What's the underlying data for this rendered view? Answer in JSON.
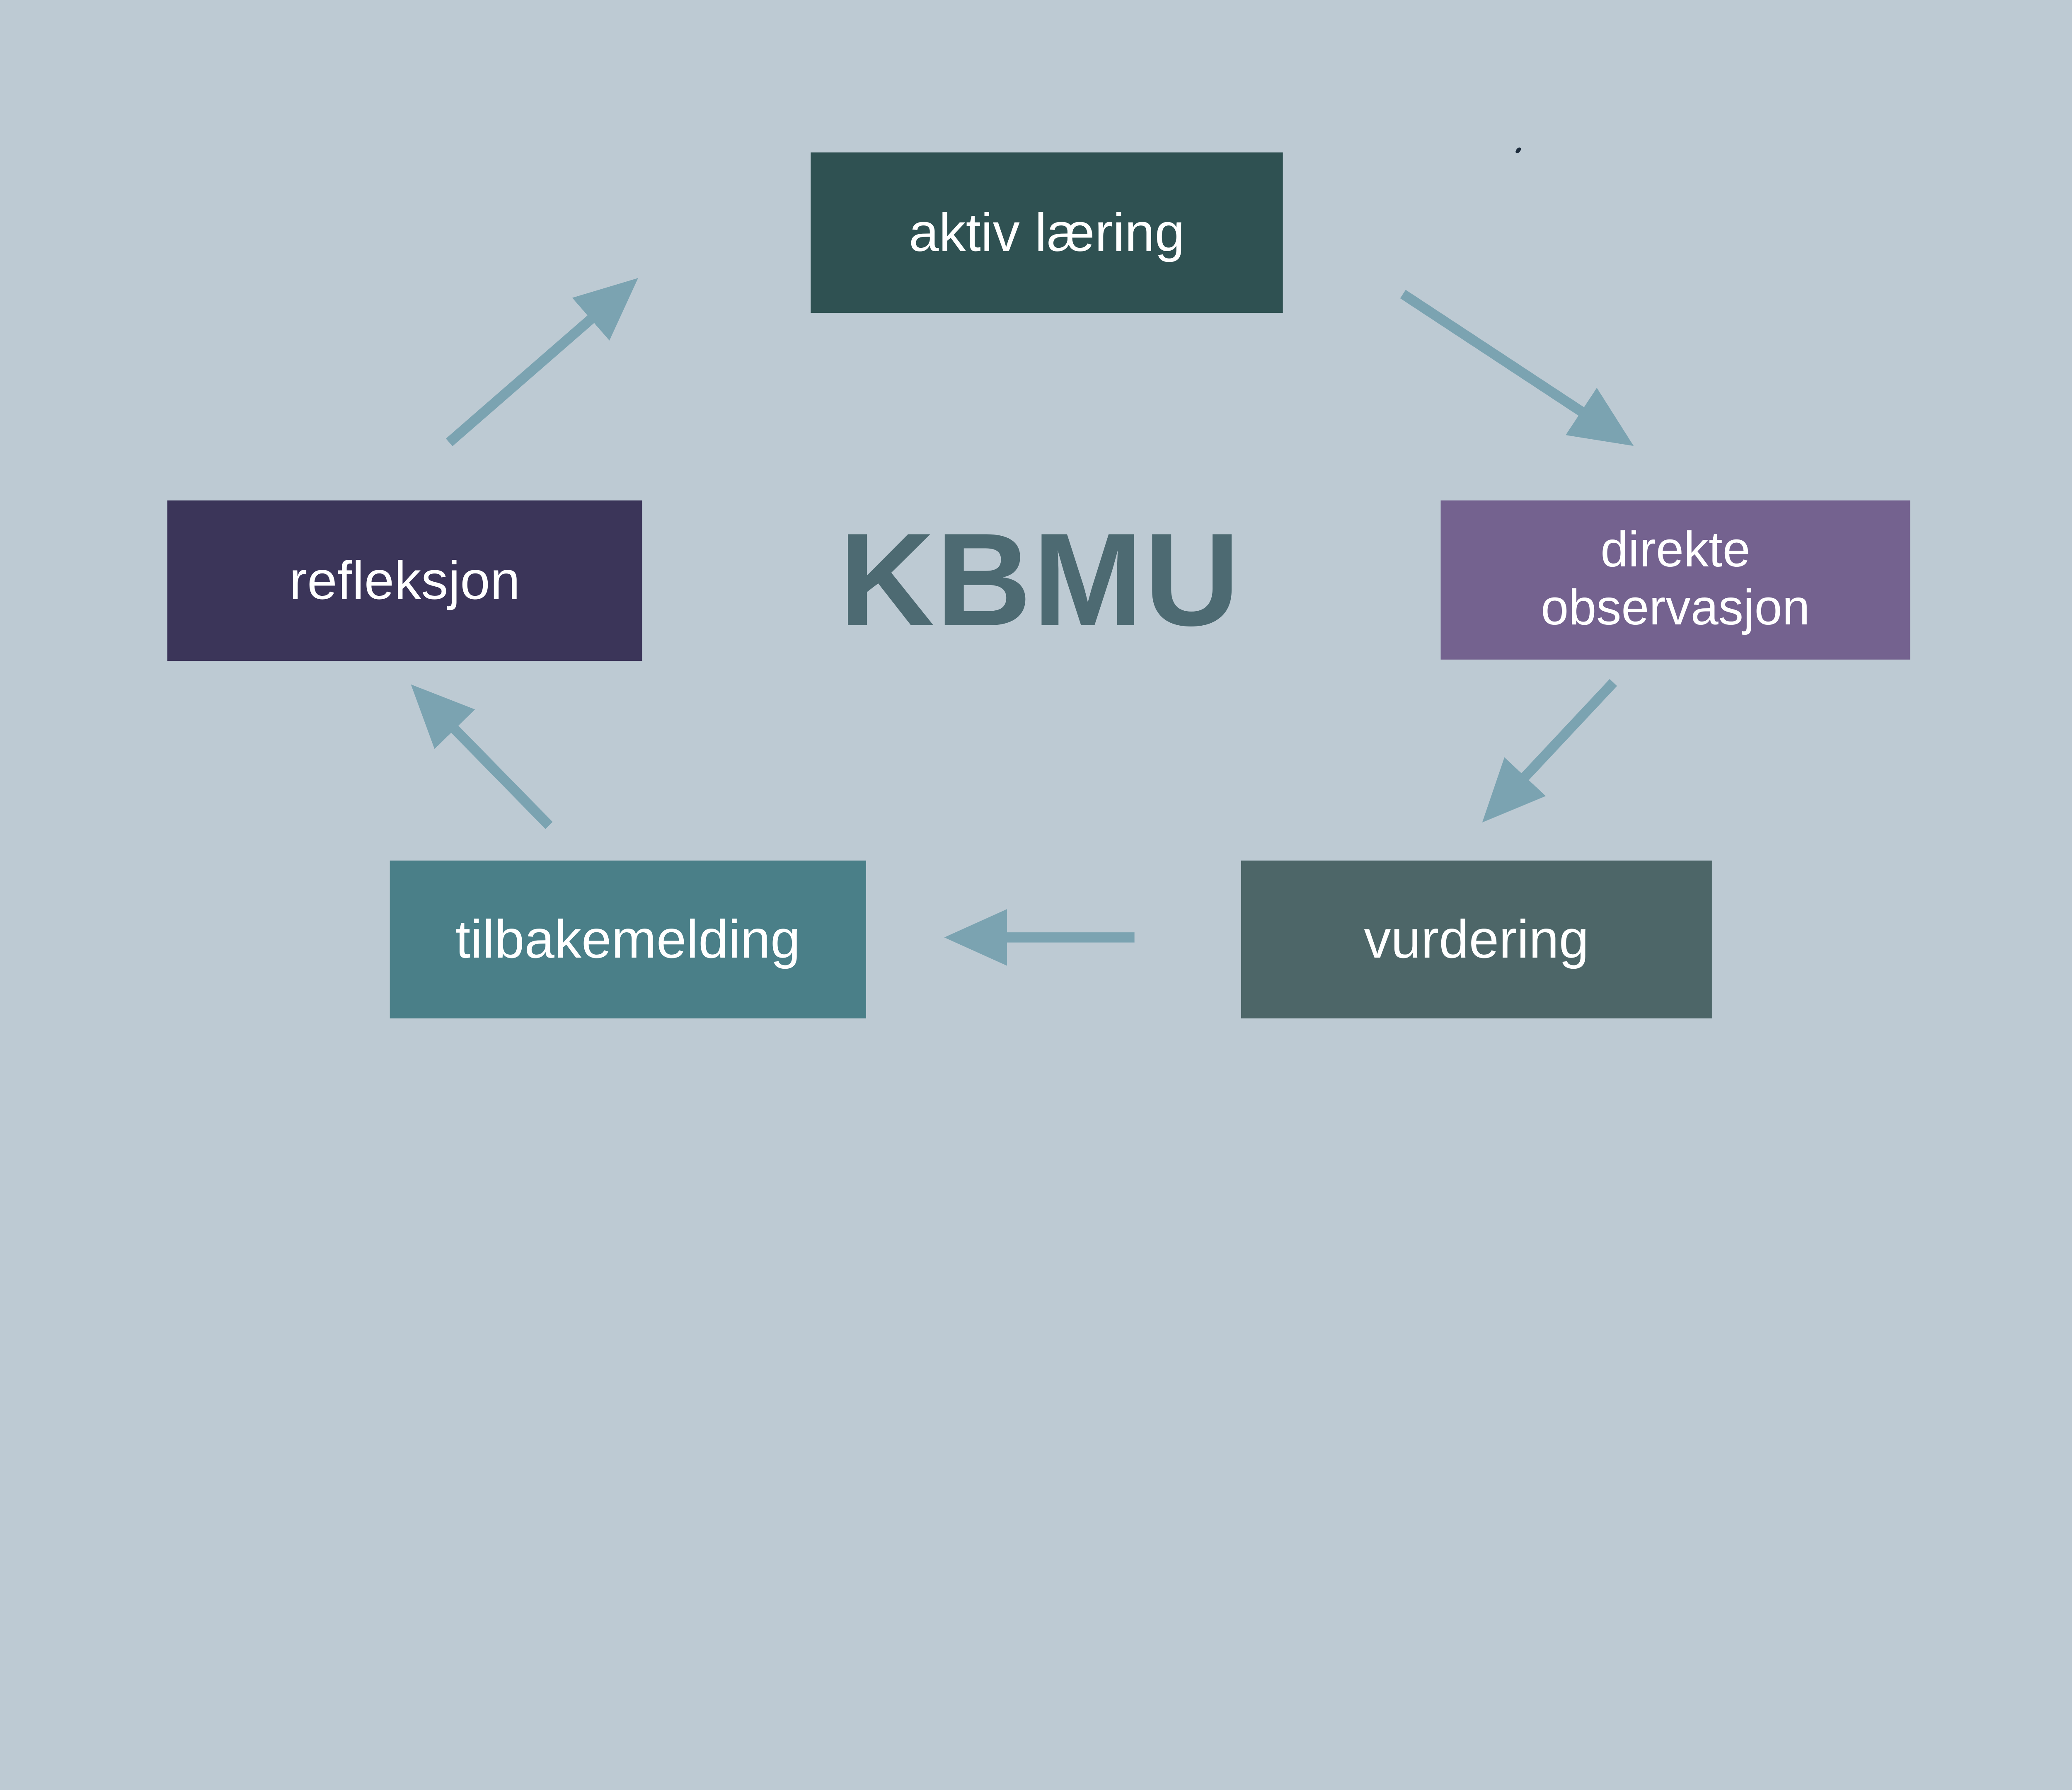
{
  "background": {
    "color": "#bdcad3"
  },
  "center_title": {
    "text": "KBMU",
    "color": "#4d6a72"
  },
  "label_text_color": "#ffffff",
  "arrow_color": "#7ba3b1",
  "stray_mark_color": "#1c2b3c",
  "nodes": [
    {
      "id": "aktiv-laering",
      "label": "aktiv læring",
      "color": "#2f5152"
    },
    {
      "id": "direkte-observasjon",
      "label": "direkte observasjon",
      "color": "#74628f"
    },
    {
      "id": "vurdering",
      "label": "vurdering",
      "color": "#4d6668"
    },
    {
      "id": "tilbakemelding",
      "label": "tilbakemelding",
      "color": "#4a7f88"
    },
    {
      "id": "refleksjon",
      "label": "refleksjon",
      "color": "#3b3559"
    }
  ],
  "arrows": [
    {
      "from": "refleksjon",
      "to": "aktiv-laering"
    },
    {
      "from": "aktiv-laering",
      "to": "direkte-observasjon"
    },
    {
      "from": "direkte-observasjon",
      "to": "vurdering"
    },
    {
      "from": "vurdering",
      "to": "tilbakemelding"
    },
    {
      "from": "tilbakemelding",
      "to": "refleksjon"
    }
  ]
}
